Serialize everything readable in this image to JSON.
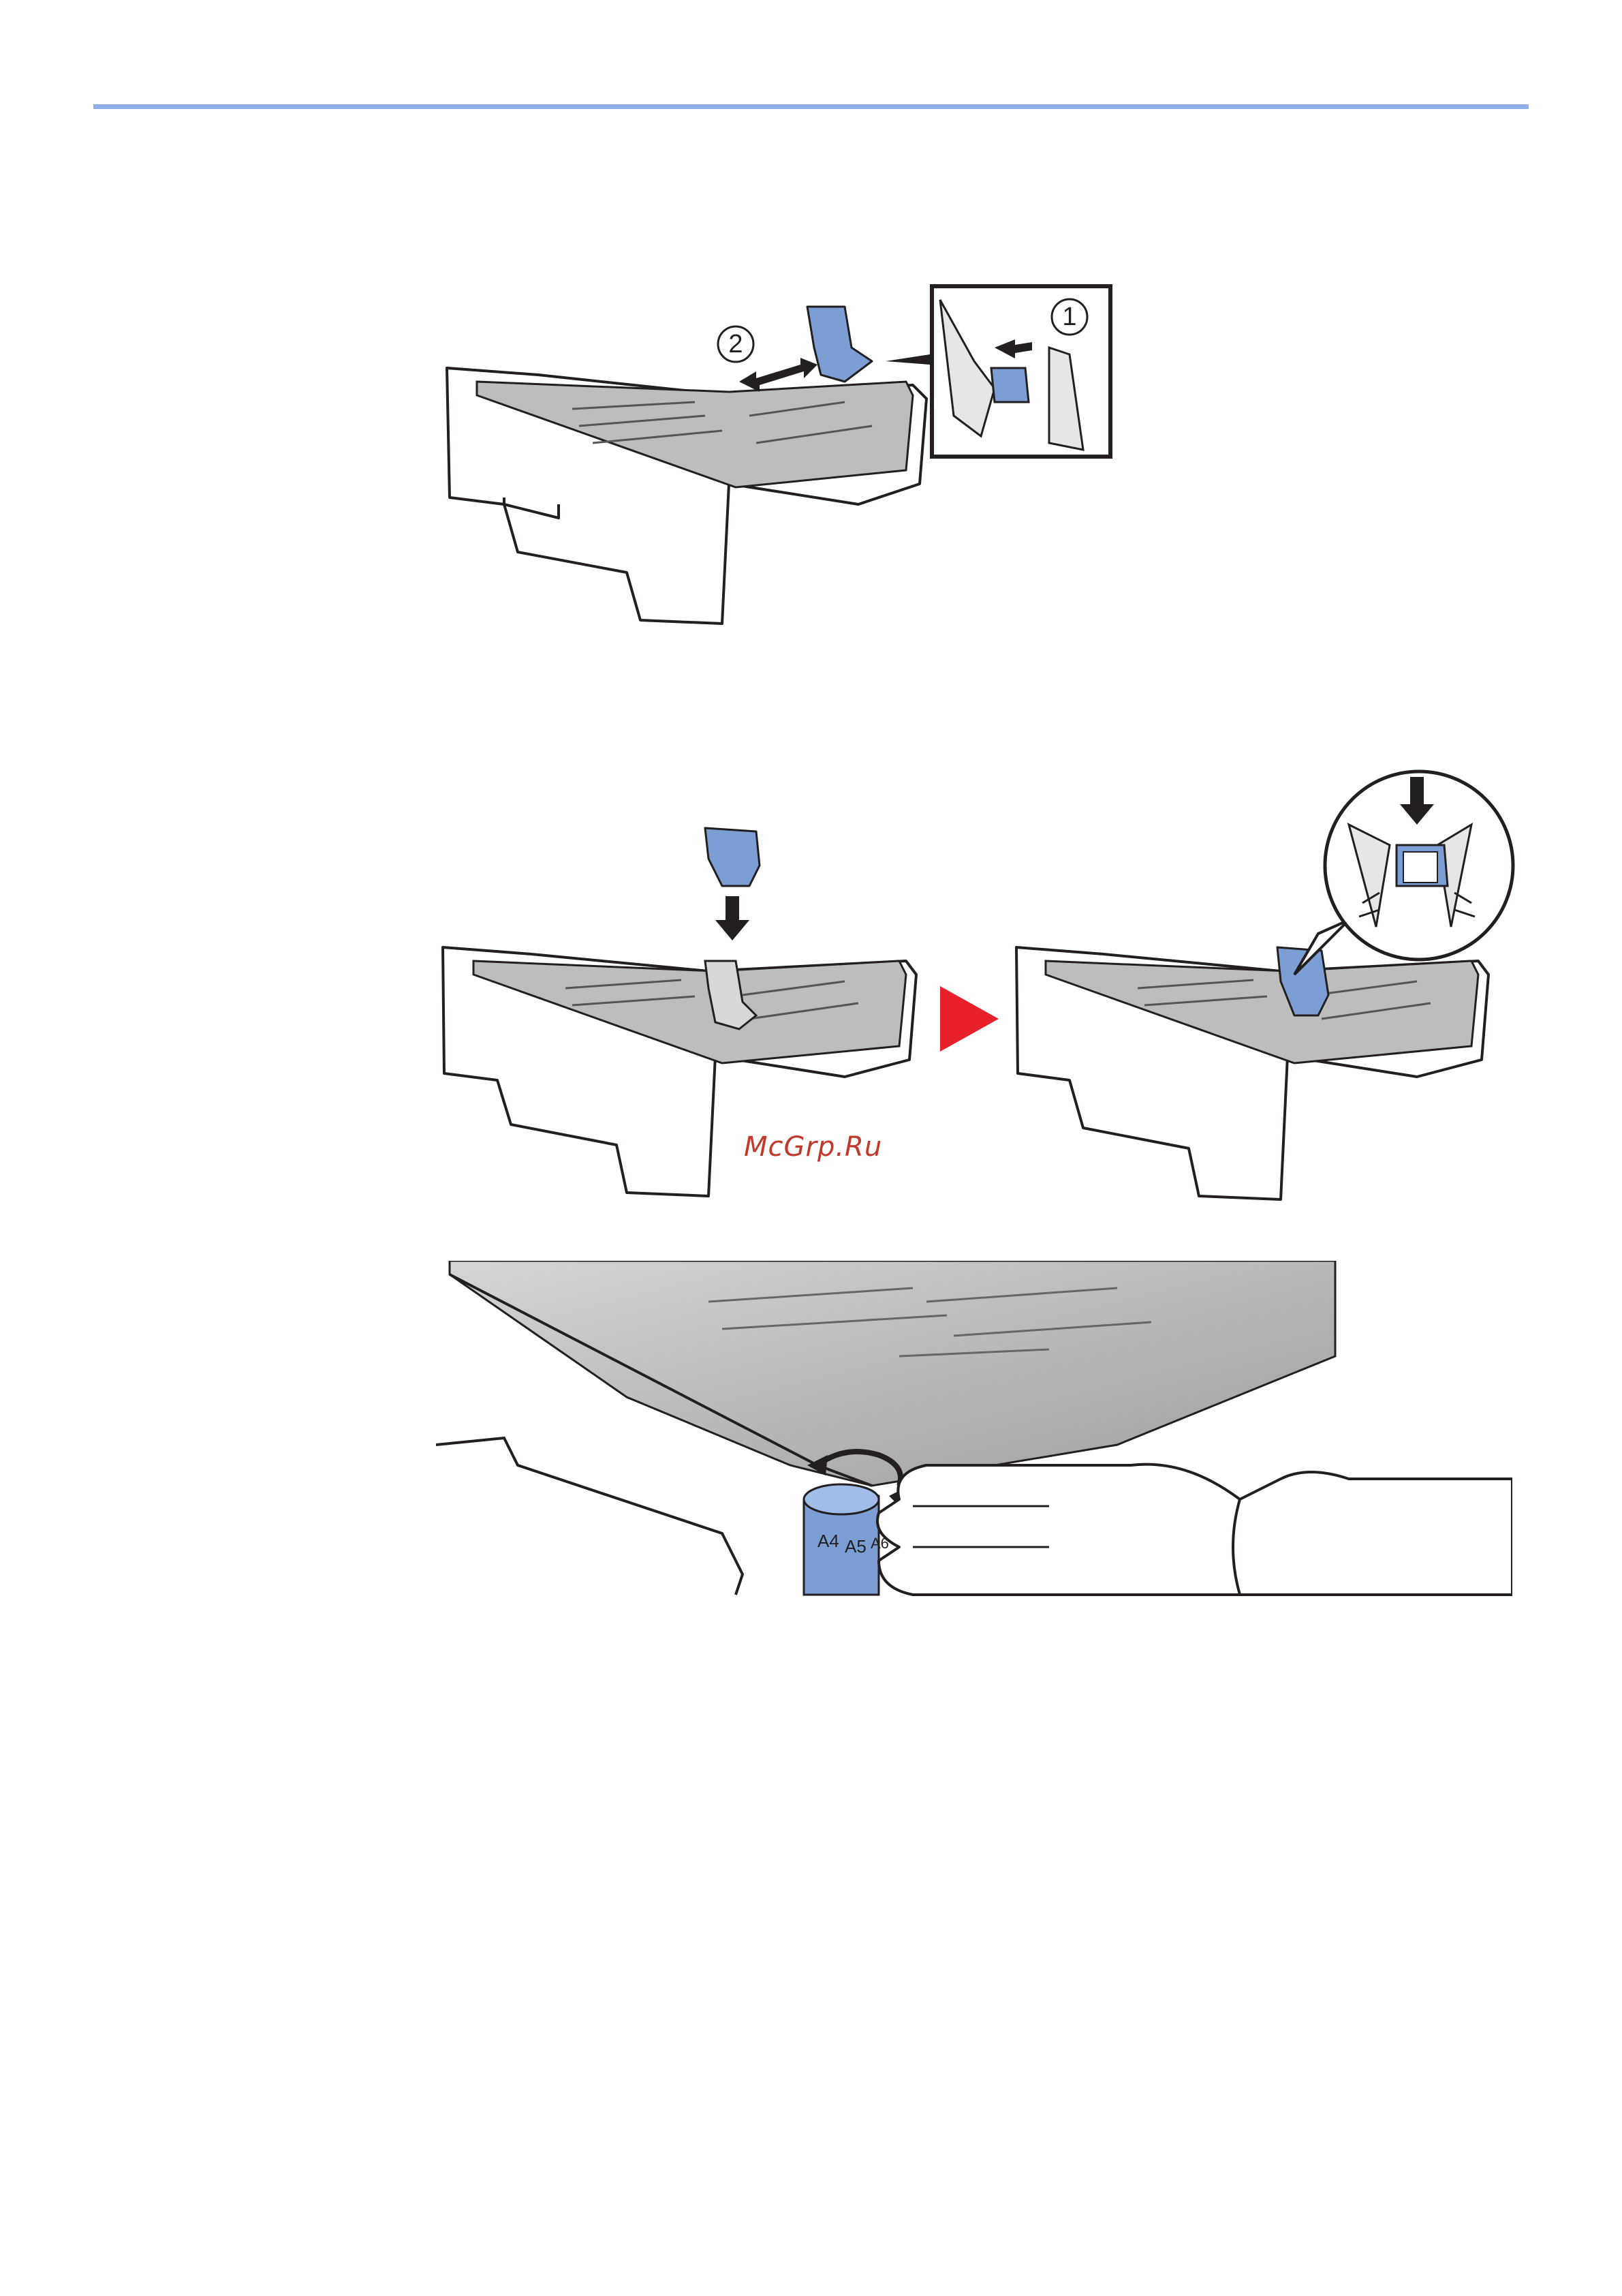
{
  "watermark": "McGrp.Ru",
  "step_callouts": {
    "step1": "1",
    "step2": "2"
  },
  "dial_labels": [
    "A4",
    "A5",
    "A6"
  ],
  "colors": {
    "rule": "#8fb0e8",
    "guide_blue": "#7b9fd4",
    "arrow_red": "#e8202a",
    "outline": "#231f20"
  },
  "icons": [
    "arrow-double-icon",
    "arrow-down-icon",
    "arrow-next-icon",
    "rotate-arrow-icon"
  ]
}
